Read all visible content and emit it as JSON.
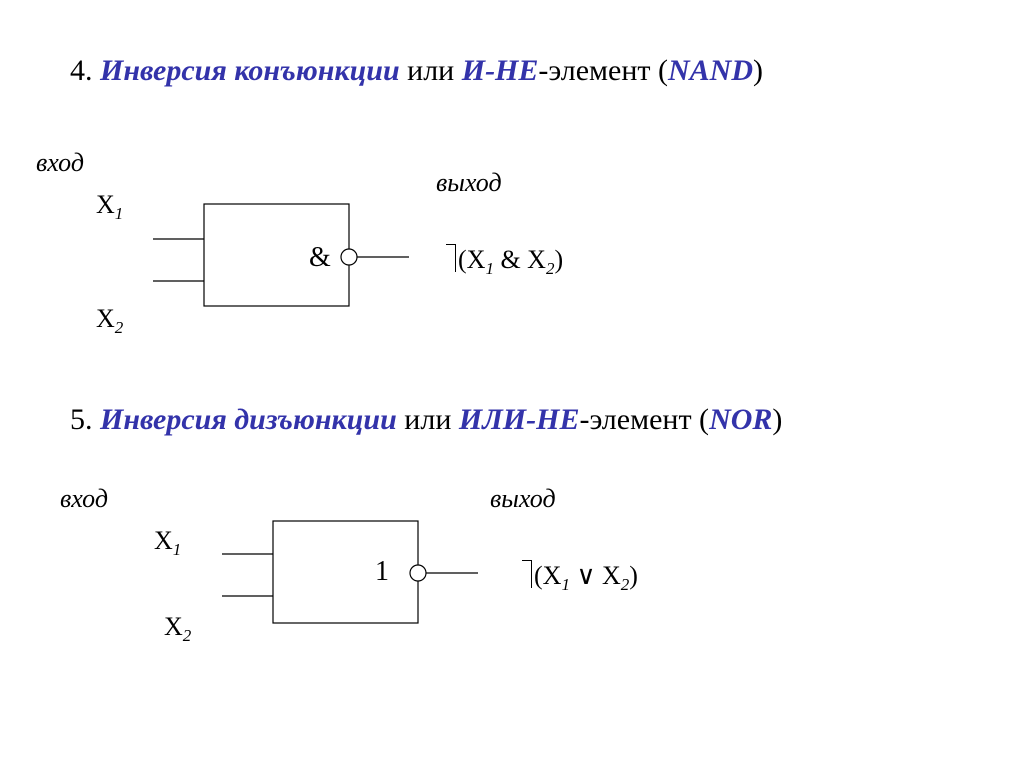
{
  "nand": {
    "number": "4. ",
    "title_bold": "Инверсия конъюнкции",
    "title_or": " или ",
    "title_element_bold": "И-НЕ",
    "title_element_rest": "-элемент (",
    "title_code": "NAND",
    "title_close": ")",
    "input_label": "вход",
    "output_label": "выход",
    "x1": "X",
    "x1_sub": "1",
    "x2": "X",
    "x2_sub": "2",
    "gate_symbol": "&",
    "formula_open": "(X",
    "formula_sub1": "1",
    "formula_op": " & X",
    "formula_sub2": "2",
    "formula_close": ")"
  },
  "nor": {
    "number": "5. ",
    "title_bold": "Инверсия дизъюнкции",
    "title_or": " или ",
    "title_element_bold": "ИЛИ-НЕ",
    "title_element_rest": "-элемент (",
    "title_code": "NOR",
    "title_close": ")",
    "input_label": "вход",
    "output_label": "выход",
    "x1": "X",
    "x1_sub": "1",
    "x2": "X",
    "x2_sub": "2",
    "gate_symbol": "1",
    "formula_open": "(X",
    "formula_sub1": "1",
    "formula_op": " ∨ X",
    "formula_sub2": "2",
    "formula_close": ")"
  },
  "colors": {
    "accent": "#3333aa",
    "text": "#000000",
    "background": "#ffffff"
  }
}
